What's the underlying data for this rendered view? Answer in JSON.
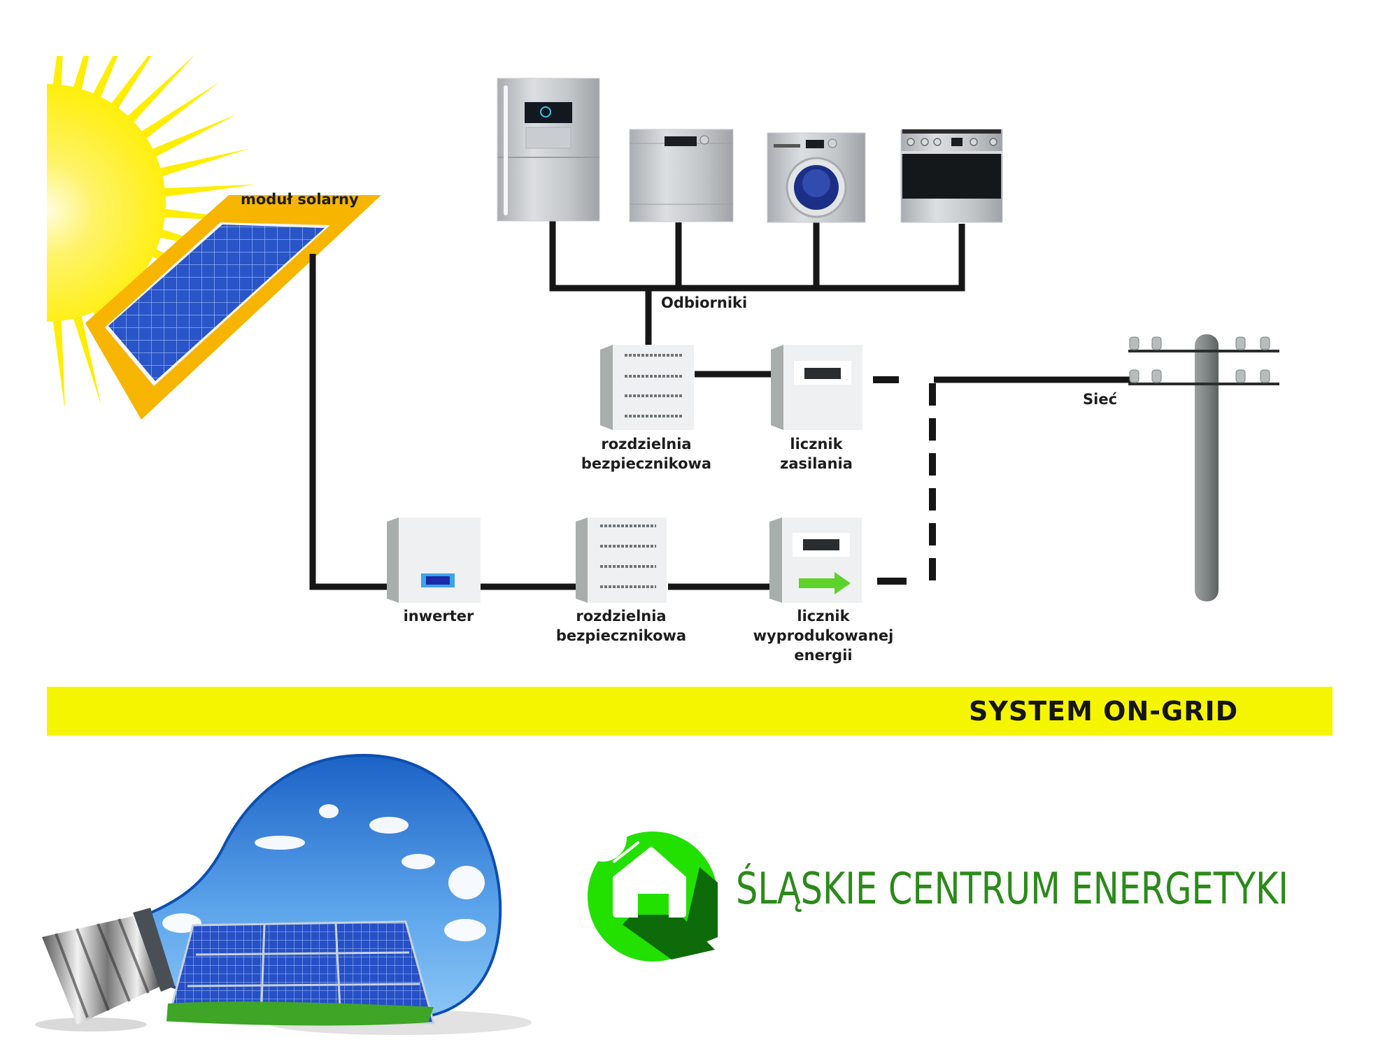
{
  "diagram": {
    "title": "SYSTEM ON-GRID",
    "labels": {
      "solar_module": "moduł solarny",
      "consumers": "Odbiorniki",
      "grid": "Sieć",
      "fuse_box_top": [
        "rozdzielnia",
        "bezpiecznikowa"
      ],
      "supply_meter": [
        "licznik",
        "zasilania"
      ],
      "inverter": "inwerter",
      "fuse_box_bottom": [
        "rozdzielnia",
        "bezpiecznikowa"
      ],
      "production_meter": [
        "licznik",
        "wyprodukowanej",
        "energii"
      ]
    },
    "appliances": [
      "fridge",
      "dishwasher",
      "washing-machine",
      "oven"
    ],
    "connections": [
      {
        "from": "moduł solarny",
        "to": "inwerter",
        "style": "solid"
      },
      {
        "from": "inwerter",
        "to": "rozdzielnia bezpiecznikowa (dolna)",
        "style": "solid"
      },
      {
        "from": "rozdzielnia bezpiecznikowa (dolna)",
        "to": "licznik wyprodukowanej energii",
        "style": "solid"
      },
      {
        "from": "licznik wyprodukowanej energii",
        "to": "Sieć",
        "style": "dashed"
      },
      {
        "from": "licznik zasilania",
        "to": "Sieć",
        "style": "dashed"
      },
      {
        "from": "rozdzielnia bezpiecznikowa (górna)",
        "to": "licznik zasilania",
        "style": "solid"
      },
      {
        "from": "Odbiorniki",
        "to": "rozdzielnia bezpiecznikowa (górna)",
        "style": "solid"
      }
    ]
  },
  "brand": {
    "name": "ŚLĄSKIE CENTRUM ENERGETYKI",
    "logo_icon": "house-in-green-circle"
  },
  "colors": {
    "banner": "#f5f500",
    "sun": "#ffee00",
    "panel_frame": "#f7b500",
    "panel": "#2f5fcf",
    "line": "#161616",
    "arrow": "#5ed22a",
    "brand_green": "#2b8a1a",
    "logo_light": "#22e000",
    "logo_dark": "#0e6b0a"
  }
}
